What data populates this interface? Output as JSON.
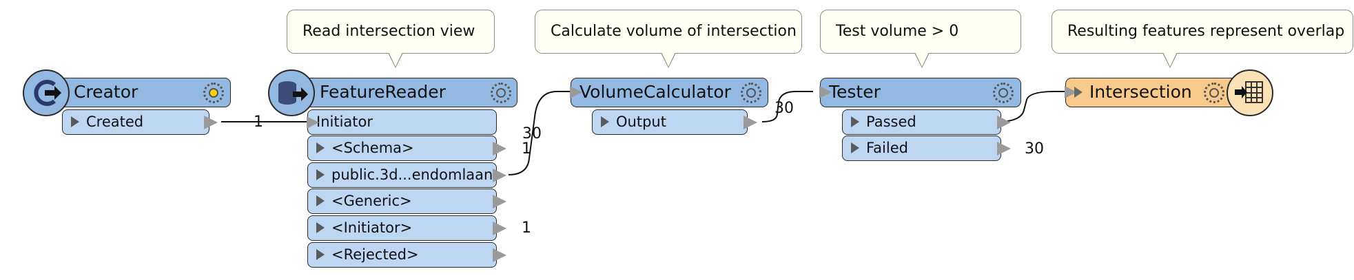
{
  "annotations": {
    "read_view": "Read intersection view",
    "calc_volume": "Calculate volume of intersection",
    "test_volume": "Test volume > 0",
    "result_overlap": "Resulting features represent overlap"
  },
  "transformers": {
    "creator": {
      "title": "Creator",
      "ports": [
        "Created"
      ]
    },
    "feature_reader": {
      "title": "FeatureReader",
      "input_port": "Initiator",
      "ports": [
        "<Schema>",
        "public.3d...endomlaan",
        "<Generic>",
        "<Initiator>",
        "<Rejected>"
      ]
    },
    "volume_calculator": {
      "title": "VolumeCalculator",
      "ports": [
        "Output"
      ]
    },
    "tester": {
      "title": "Tester",
      "ports": [
        "Passed",
        "Failed"
      ]
    },
    "intersection": {
      "title": "Intersection"
    }
  },
  "counts": {
    "created_link": "1",
    "schema": "1",
    "public_link": "30",
    "initiator": "1",
    "output_link": "30",
    "failed": "30"
  },
  "icons": {
    "creator": "creator-icon",
    "feature_reader": "database-reader-icon",
    "intersection": "table-writer-icon",
    "settings": "gear-icon",
    "port": "triangle-icon"
  },
  "colors": {
    "transformer_header": "#93b9e3",
    "port_fill": "#bdd6f2",
    "writer_header": "#f7c98a",
    "annotation_fill": "#fffff3"
  }
}
